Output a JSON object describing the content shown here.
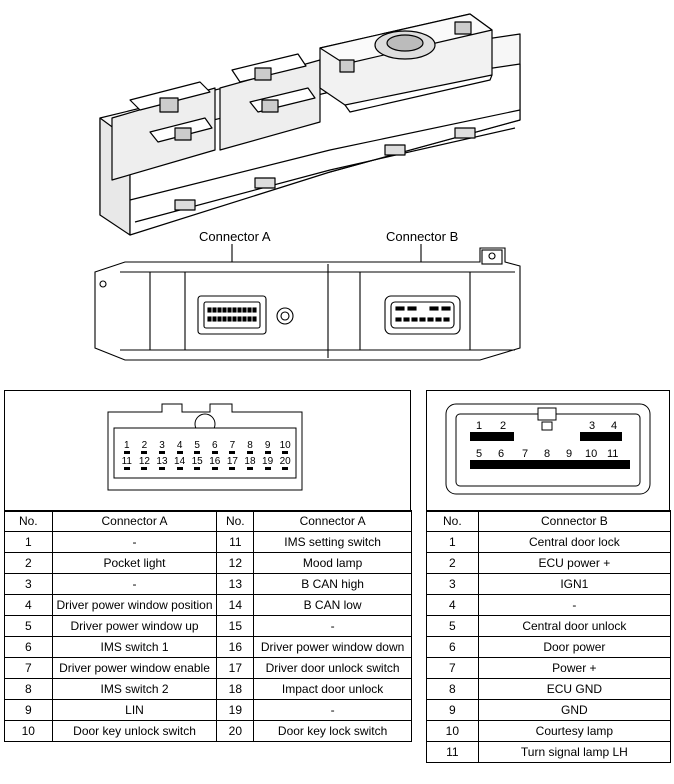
{
  "labels": {
    "connector_a": "Connector A",
    "connector_b": "Connector B"
  },
  "connector_a_face": {
    "top_row": [
      "1",
      "2",
      "3",
      "4",
      "5",
      "6",
      "7",
      "8",
      "9",
      "10"
    ],
    "bottom_row": [
      "11",
      "12",
      "13",
      "14",
      "15",
      "16",
      "17",
      "18",
      "19",
      "20"
    ]
  },
  "connector_b_face": {
    "top_left": [
      "1",
      "2"
    ],
    "top_right": [
      "3",
      "4"
    ],
    "bottom_row": [
      "5",
      "6",
      "7",
      "8",
      "9",
      "10",
      "11"
    ]
  },
  "table_a": {
    "headers": [
      "No.",
      "Connector A",
      "No.",
      "Connector A"
    ],
    "rows": [
      [
        "1",
        "-",
        "11",
        "IMS setting switch"
      ],
      [
        "2",
        "Pocket light",
        "12",
        "Mood lamp"
      ],
      [
        "3",
        "-",
        "13",
        "B CAN high"
      ],
      [
        "4",
        "Driver power window position",
        "14",
        "B CAN low"
      ],
      [
        "5",
        "Driver power window up",
        "15",
        "-"
      ],
      [
        "6",
        "IMS switch 1",
        "16",
        "Driver power window down"
      ],
      [
        "7",
        "Driver power window enable",
        "17",
        "Driver door unlock switch"
      ],
      [
        "8",
        "IMS switch 2",
        "18",
        "Impact door unlock"
      ],
      [
        "9",
        "LIN",
        "19",
        "-"
      ],
      [
        "10",
        "Door key unlock switch",
        "20",
        "Door key lock switch"
      ]
    ]
  },
  "table_b": {
    "headers": [
      "No.",
      "Connector B"
    ],
    "rows": [
      [
        "1",
        "Central door lock"
      ],
      [
        "2",
        "ECU power +"
      ],
      [
        "3",
        "IGN1"
      ],
      [
        "4",
        "-"
      ],
      [
        "5",
        "Central door unlock"
      ],
      [
        "6",
        "Door power"
      ],
      [
        "7",
        "Power +"
      ],
      [
        "8",
        "ECU GND"
      ],
      [
        "9",
        "GND"
      ],
      [
        "10",
        "Courtesy lamp"
      ],
      [
        "11",
        "Turn signal lamp LH"
      ]
    ]
  }
}
